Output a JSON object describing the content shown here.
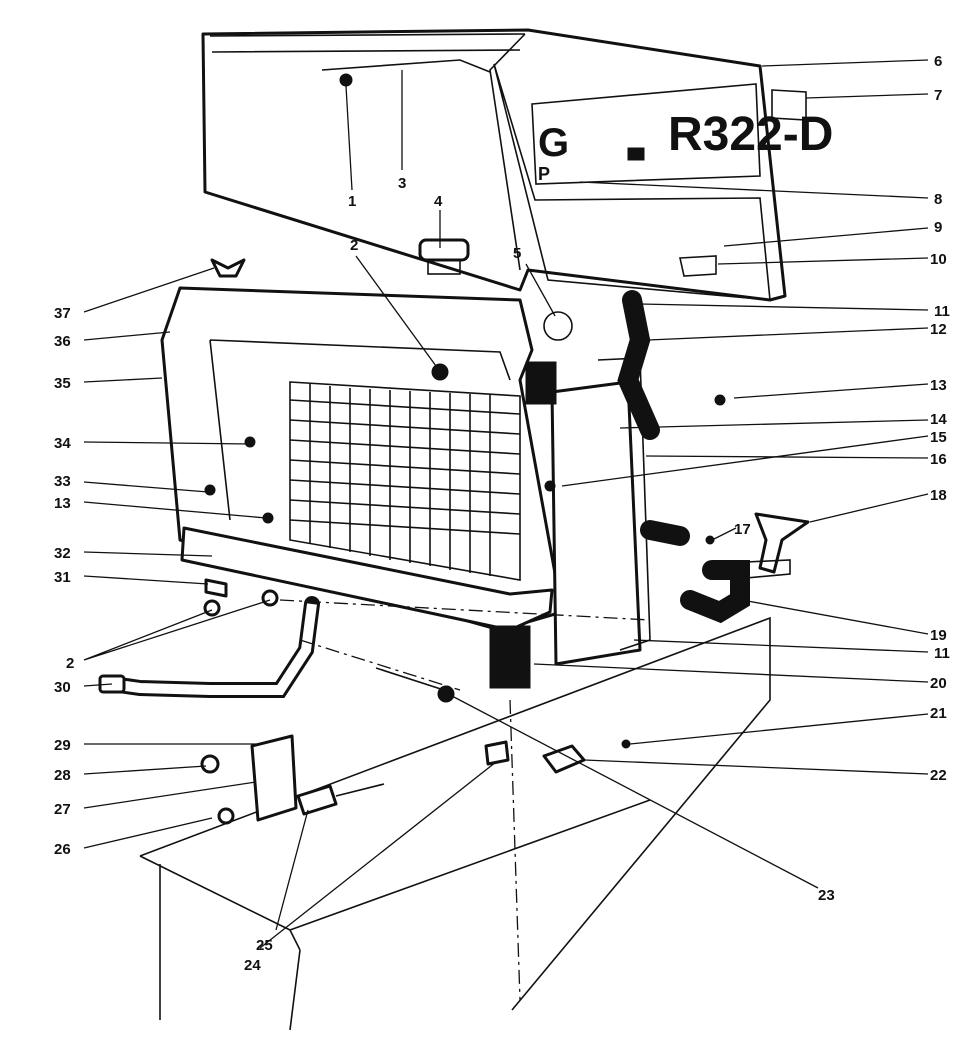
{
  "decal": {
    "model_text": "R322-D",
    "left_letter": "G",
    "bottom_letter": "P"
  },
  "callouts": [
    {
      "id": "1",
      "label": "1"
    },
    {
      "id": "2",
      "label": "2"
    },
    {
      "id": "3",
      "label": "3"
    },
    {
      "id": "4",
      "label": "4"
    },
    {
      "id": "5",
      "label": "5"
    },
    {
      "id": "6",
      "label": "6"
    },
    {
      "id": "7",
      "label": "7"
    },
    {
      "id": "8",
      "label": "8"
    },
    {
      "id": "9",
      "label": "9"
    },
    {
      "id": "10",
      "label": "10"
    },
    {
      "id": "11",
      "label": "11"
    },
    {
      "id": "12",
      "label": "12"
    },
    {
      "id": "13",
      "label": "13"
    },
    {
      "id": "14",
      "label": "14"
    },
    {
      "id": "15",
      "label": "15"
    },
    {
      "id": "16",
      "label": "16"
    },
    {
      "id": "17",
      "label": "17"
    },
    {
      "id": "18",
      "label": "18"
    },
    {
      "id": "19",
      "label": "19"
    },
    {
      "id": "20",
      "label": "20"
    },
    {
      "id": "21",
      "label": "21"
    },
    {
      "id": "22",
      "label": "22"
    },
    {
      "id": "23",
      "label": "23"
    },
    {
      "id": "24",
      "label": "24"
    },
    {
      "id": "25",
      "label": "25"
    },
    {
      "id": "26",
      "label": "26"
    },
    {
      "id": "27",
      "label": "27"
    },
    {
      "id": "28",
      "label": "28"
    },
    {
      "id": "29",
      "label": "29"
    },
    {
      "id": "30",
      "label": "30"
    },
    {
      "id": "31",
      "label": "31"
    },
    {
      "id": "32",
      "label": "32"
    },
    {
      "id": "33",
      "label": "33"
    },
    {
      "id": "34",
      "label": "34"
    },
    {
      "id": "35",
      "label": "35"
    },
    {
      "id": "36",
      "label": "36"
    },
    {
      "id": "37",
      "label": "37"
    },
    {
      "id": "2b",
      "label": "2"
    },
    {
      "id": "11b",
      "label": "11"
    },
    {
      "id": "13b",
      "label": "13"
    }
  ]
}
